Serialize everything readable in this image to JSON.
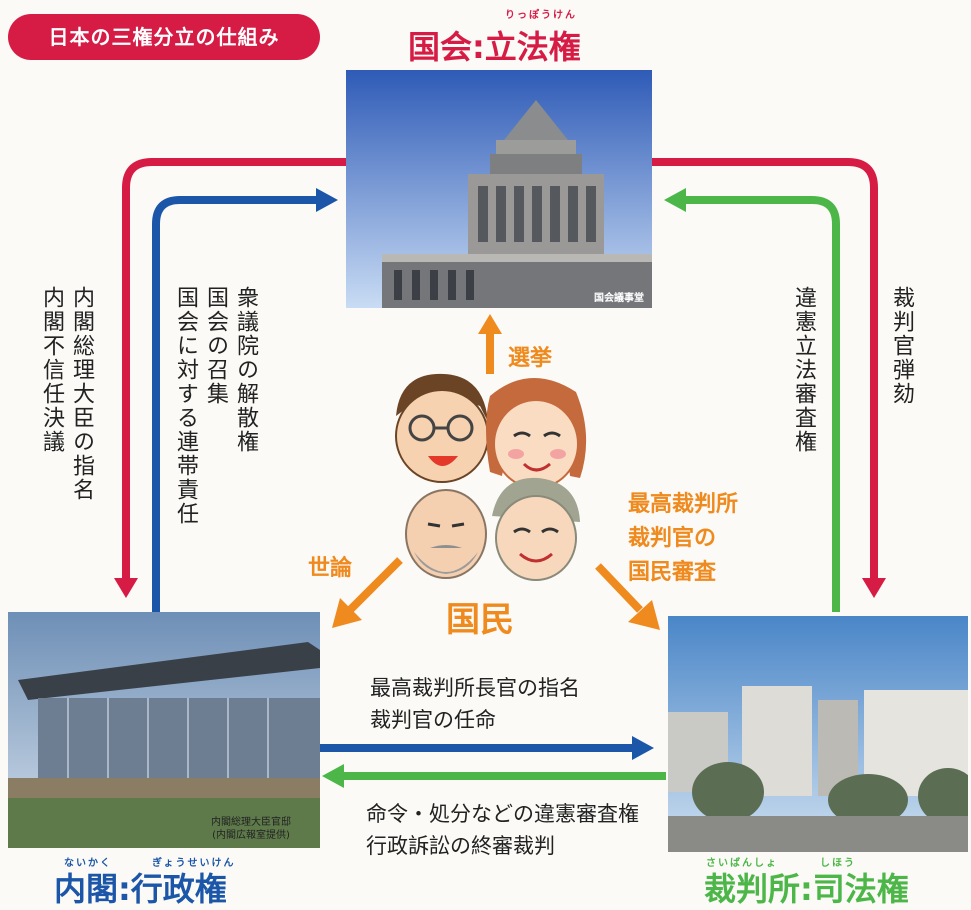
{
  "badge": "日本の三権分立の仕組み",
  "legislative": {
    "title": "国会:立法権",
    "ruby": "りっぽうけん",
    "photo_caption": "国会議事堂"
  },
  "executive": {
    "title": "内閣:行政権",
    "ruby_left": "ないかく",
    "ruby_right": "ぎょうせいけん",
    "photo_caption_1": "内閣総理大臣官邸",
    "photo_caption_2": "(内閣広報室提供)"
  },
  "judicial": {
    "title": "裁判所:司法権",
    "ruby_left": "さいばんしょ",
    "ruby_right": "しほう"
  },
  "people": {
    "label": "国民"
  },
  "relations": {
    "diet_to_cabinet_line1": "内閣総理大臣の指名",
    "diet_to_cabinet_line2": "内閣不信任決議",
    "cabinet_to_diet_line1": "衆議院の解散権",
    "cabinet_to_diet_line2": "国会の召集",
    "cabinet_to_diet_line3": "国会に対する連帯責任",
    "court_to_diet": "違憲立法審査権",
    "diet_to_court": "裁判官弾劾",
    "cabinet_to_court_line1": "最高裁判所長官の指名",
    "cabinet_to_court_line2": "裁判官の任命",
    "court_to_cabinet_line1": "命令・処分などの違憲審査権",
    "court_to_cabinet_line2": "行政訴訟の終審裁判",
    "people_to_diet": "選挙",
    "people_to_cabinet": "世論",
    "people_to_court_line1": "最高裁判所",
    "people_to_court_line2": "裁判官の",
    "people_to_court_line3": "国民審査"
  },
  "colors": {
    "red": "#d61b45",
    "blue": "#1b56a8",
    "green": "#4cb748",
    "orange": "#ef8a1e"
  }
}
